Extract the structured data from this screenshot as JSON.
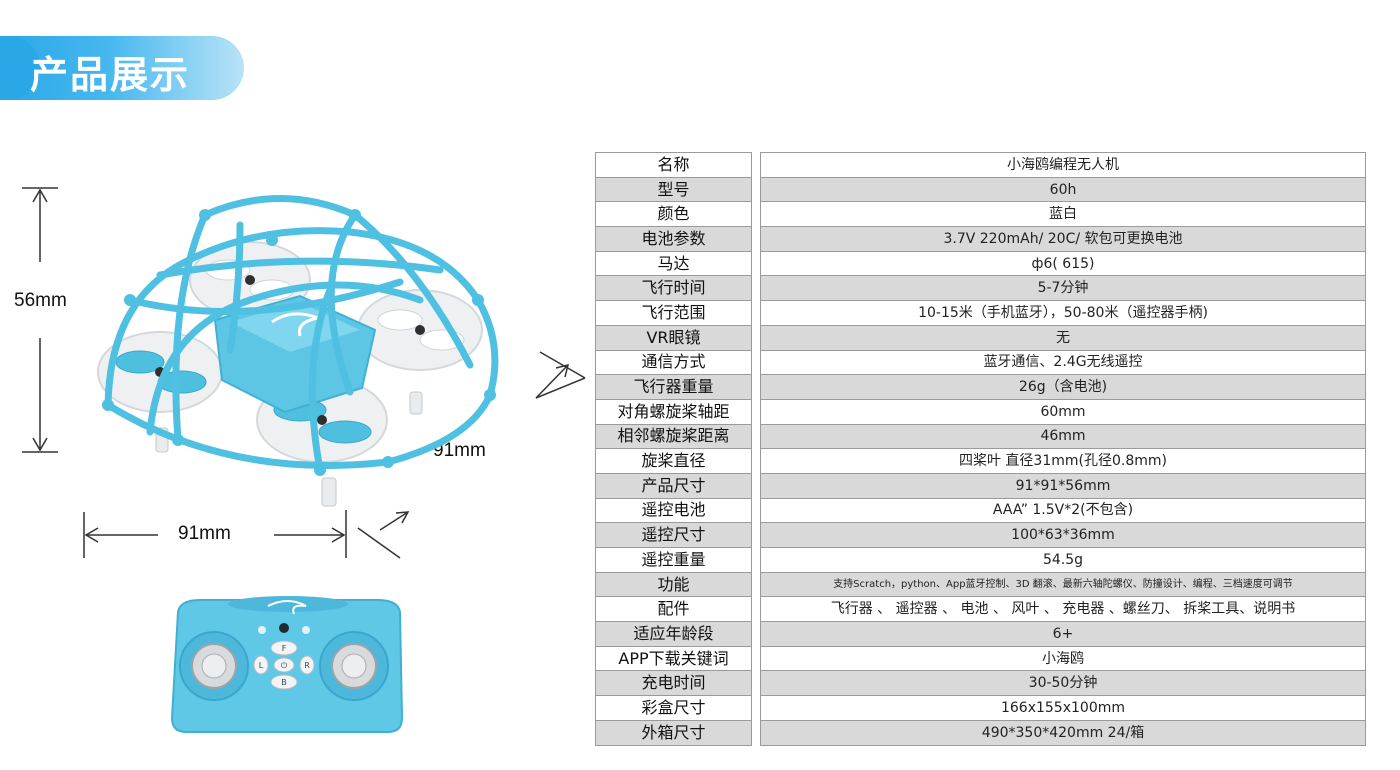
{
  "header": {
    "title": "产品展示"
  },
  "dimensions": {
    "height": "56mm",
    "depth": "91mm",
    "width": "91mm"
  },
  "colors": {
    "banner": "#2aa7e7",
    "drone": "#5cc6e4",
    "row_shade": "#d9d9d9"
  },
  "specs": [
    {
      "label": "名称",
      "value": "小海鸥编程无人机"
    },
    {
      "label": "型号",
      "value": "60h"
    },
    {
      "label": "颜色",
      "value": "蓝白"
    },
    {
      "label": "电池参数",
      "value": "3.7V 220mAh/ 20C/ 软包可更换电池"
    },
    {
      "label": "马达",
      "value": "ф6( 615)"
    },
    {
      "label": "飞行时间",
      "value": "5-7分钟"
    },
    {
      "label": "飞行范围",
      "value": "10-15米（手机蓝牙），50-80米（遥控器手柄)"
    },
    {
      "label": "VR眼镜",
      "value": "无"
    },
    {
      "label": "通信方式",
      "value": "蓝牙通信、2.4G无线遥控"
    },
    {
      "label": "飞行器重量",
      "value": "26g（含电池)"
    },
    {
      "label": "对角螺旋桨轴距",
      "value": "60mm"
    },
    {
      "label": "相邻螺旋桨距离",
      "value": "46mm"
    },
    {
      "label": "旋桨直径",
      "value": "四桨叶  直径31mm(孔径0.8mm)"
    },
    {
      "label": "产品尺寸",
      "value": "91*91*56mm"
    },
    {
      "label": "遥控电池",
      "value": "AAA” 1.5V*2(不包含)"
    },
    {
      "label": "遥控尺寸",
      "value": "100*63*36mm"
    },
    {
      "label": "遥控重量",
      "value": "54.5g"
    },
    {
      "label": "功能",
      "value": "支持Scratch，python、App蓝牙控制、3D 翻滚、最新六轴陀螺仪、防撞设计、编程、三档速度可调节"
    },
    {
      "label": "配件",
      "value": "飞行器 、 遥控器 、 电池 、 风叶 、 充电器 、螺丝刀、 拆桨工具、说明书"
    },
    {
      "label": "适应年龄段",
      "value": "6+"
    },
    {
      "label": "APP下载关键词",
      "value": "小海鸥"
    },
    {
      "label": "充电时间",
      "value": "30-50分钟"
    },
    {
      "label": "彩盒尺寸",
      "value": "166x155x100mm"
    },
    {
      "label": "外箱尺寸",
      "value": "490*350*420mm   24/箱"
    }
  ],
  "remote": {
    "buttons": [
      "F",
      "L",
      "R",
      "B"
    ]
  }
}
